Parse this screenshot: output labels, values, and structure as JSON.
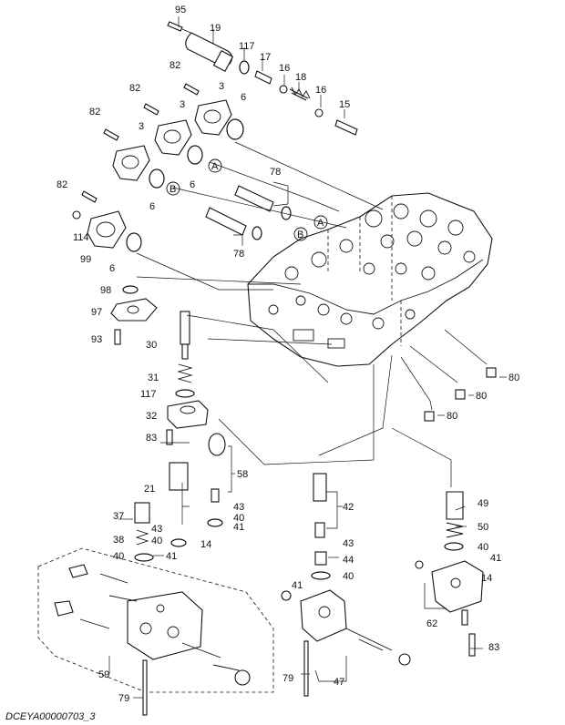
{
  "diagram": {
    "labels": [
      {
        "id": "l95",
        "text": "95"
      },
      {
        "id": "l19",
        "text": "19"
      },
      {
        "id": "l117a",
        "text": "117"
      },
      {
        "id": "l17",
        "text": "17"
      },
      {
        "id": "l16a",
        "text": "16"
      },
      {
        "id": "l18",
        "text": "18"
      },
      {
        "id": "l16b",
        "text": "16"
      },
      {
        "id": "l15",
        "text": "15"
      },
      {
        "id": "l82a",
        "text": "82"
      },
      {
        "id": "l3a",
        "text": "3"
      },
      {
        "id": "l82b",
        "text": "82"
      },
      {
        "id": "l3b",
        "text": "3"
      },
      {
        "id": "l6a",
        "text": "6"
      },
      {
        "id": "l82c",
        "text": "82"
      },
      {
        "id": "l3c",
        "text": "3"
      },
      {
        "id": "lA1",
        "text": "A"
      },
      {
        "id": "l6b",
        "text": "6"
      },
      {
        "id": "lB1",
        "text": "B"
      },
      {
        "id": "l6c",
        "text": "6"
      },
      {
        "id": "l78a",
        "text": "78"
      },
      {
        "id": "l82d",
        "text": "82"
      },
      {
        "id": "lA2",
        "text": "A"
      },
      {
        "id": "lB2",
        "text": "B"
      },
      {
        "id": "l114",
        "text": "114"
      },
      {
        "id": "l78b",
        "text": "78"
      },
      {
        "id": "l99",
        "text": "99"
      },
      {
        "id": "l6d",
        "text": "6"
      },
      {
        "id": "l98",
        "text": "98"
      },
      {
        "id": "l97",
        "text": "97"
      },
      {
        "id": "l93",
        "text": "93"
      },
      {
        "id": "l30",
        "text": "30"
      },
      {
        "id": "l31",
        "text": "31"
      },
      {
        "id": "l117b",
        "text": "117"
      },
      {
        "id": "l32",
        "text": "32"
      },
      {
        "id": "l83a",
        "text": "83"
      },
      {
        "id": "l80a",
        "text": "80"
      },
      {
        "id": "l80b",
        "text": "80"
      },
      {
        "id": "l80c",
        "text": "80"
      },
      {
        "id": "l58",
        "text": "58"
      },
      {
        "id": "l21",
        "text": "21"
      },
      {
        "id": "l43a",
        "text": "43"
      },
      {
        "id": "l40a",
        "text": "40"
      },
      {
        "id": "l41a",
        "text": "41"
      },
      {
        "id": "l37",
        "text": "37"
      },
      {
        "id": "l38",
        "text": "38"
      },
      {
        "id": "l43b",
        "text": "43"
      },
      {
        "id": "l40b",
        "text": "40"
      },
      {
        "id": "l14a",
        "text": "14"
      },
      {
        "id": "l40c",
        "text": "40"
      },
      {
        "id": "l41b",
        "text": "41"
      },
      {
        "id": "l42",
        "text": "42"
      },
      {
        "id": "l43c",
        "text": "43"
      },
      {
        "id": "l44",
        "text": "44"
      },
      {
        "id": "l40d",
        "text": "40"
      },
      {
        "id": "l41c",
        "text": "41"
      },
      {
        "id": "l49",
        "text": "49"
      },
      {
        "id": "l50",
        "text": "50"
      },
      {
        "id": "l40e",
        "text": "40"
      },
      {
        "id": "l41d",
        "text": "41"
      },
      {
        "id": "l14b",
        "text": "14"
      },
      {
        "id": "l62",
        "text": "62"
      },
      {
        "id": "l83b",
        "text": "83"
      },
      {
        "id": "l59",
        "text": "59"
      },
      {
        "id": "l79a",
        "text": "79"
      },
      {
        "id": "l47",
        "text": "47"
      },
      {
        "id": "l79b",
        "text": "79"
      }
    ],
    "caption": "DCEYA00000703_3"
  }
}
